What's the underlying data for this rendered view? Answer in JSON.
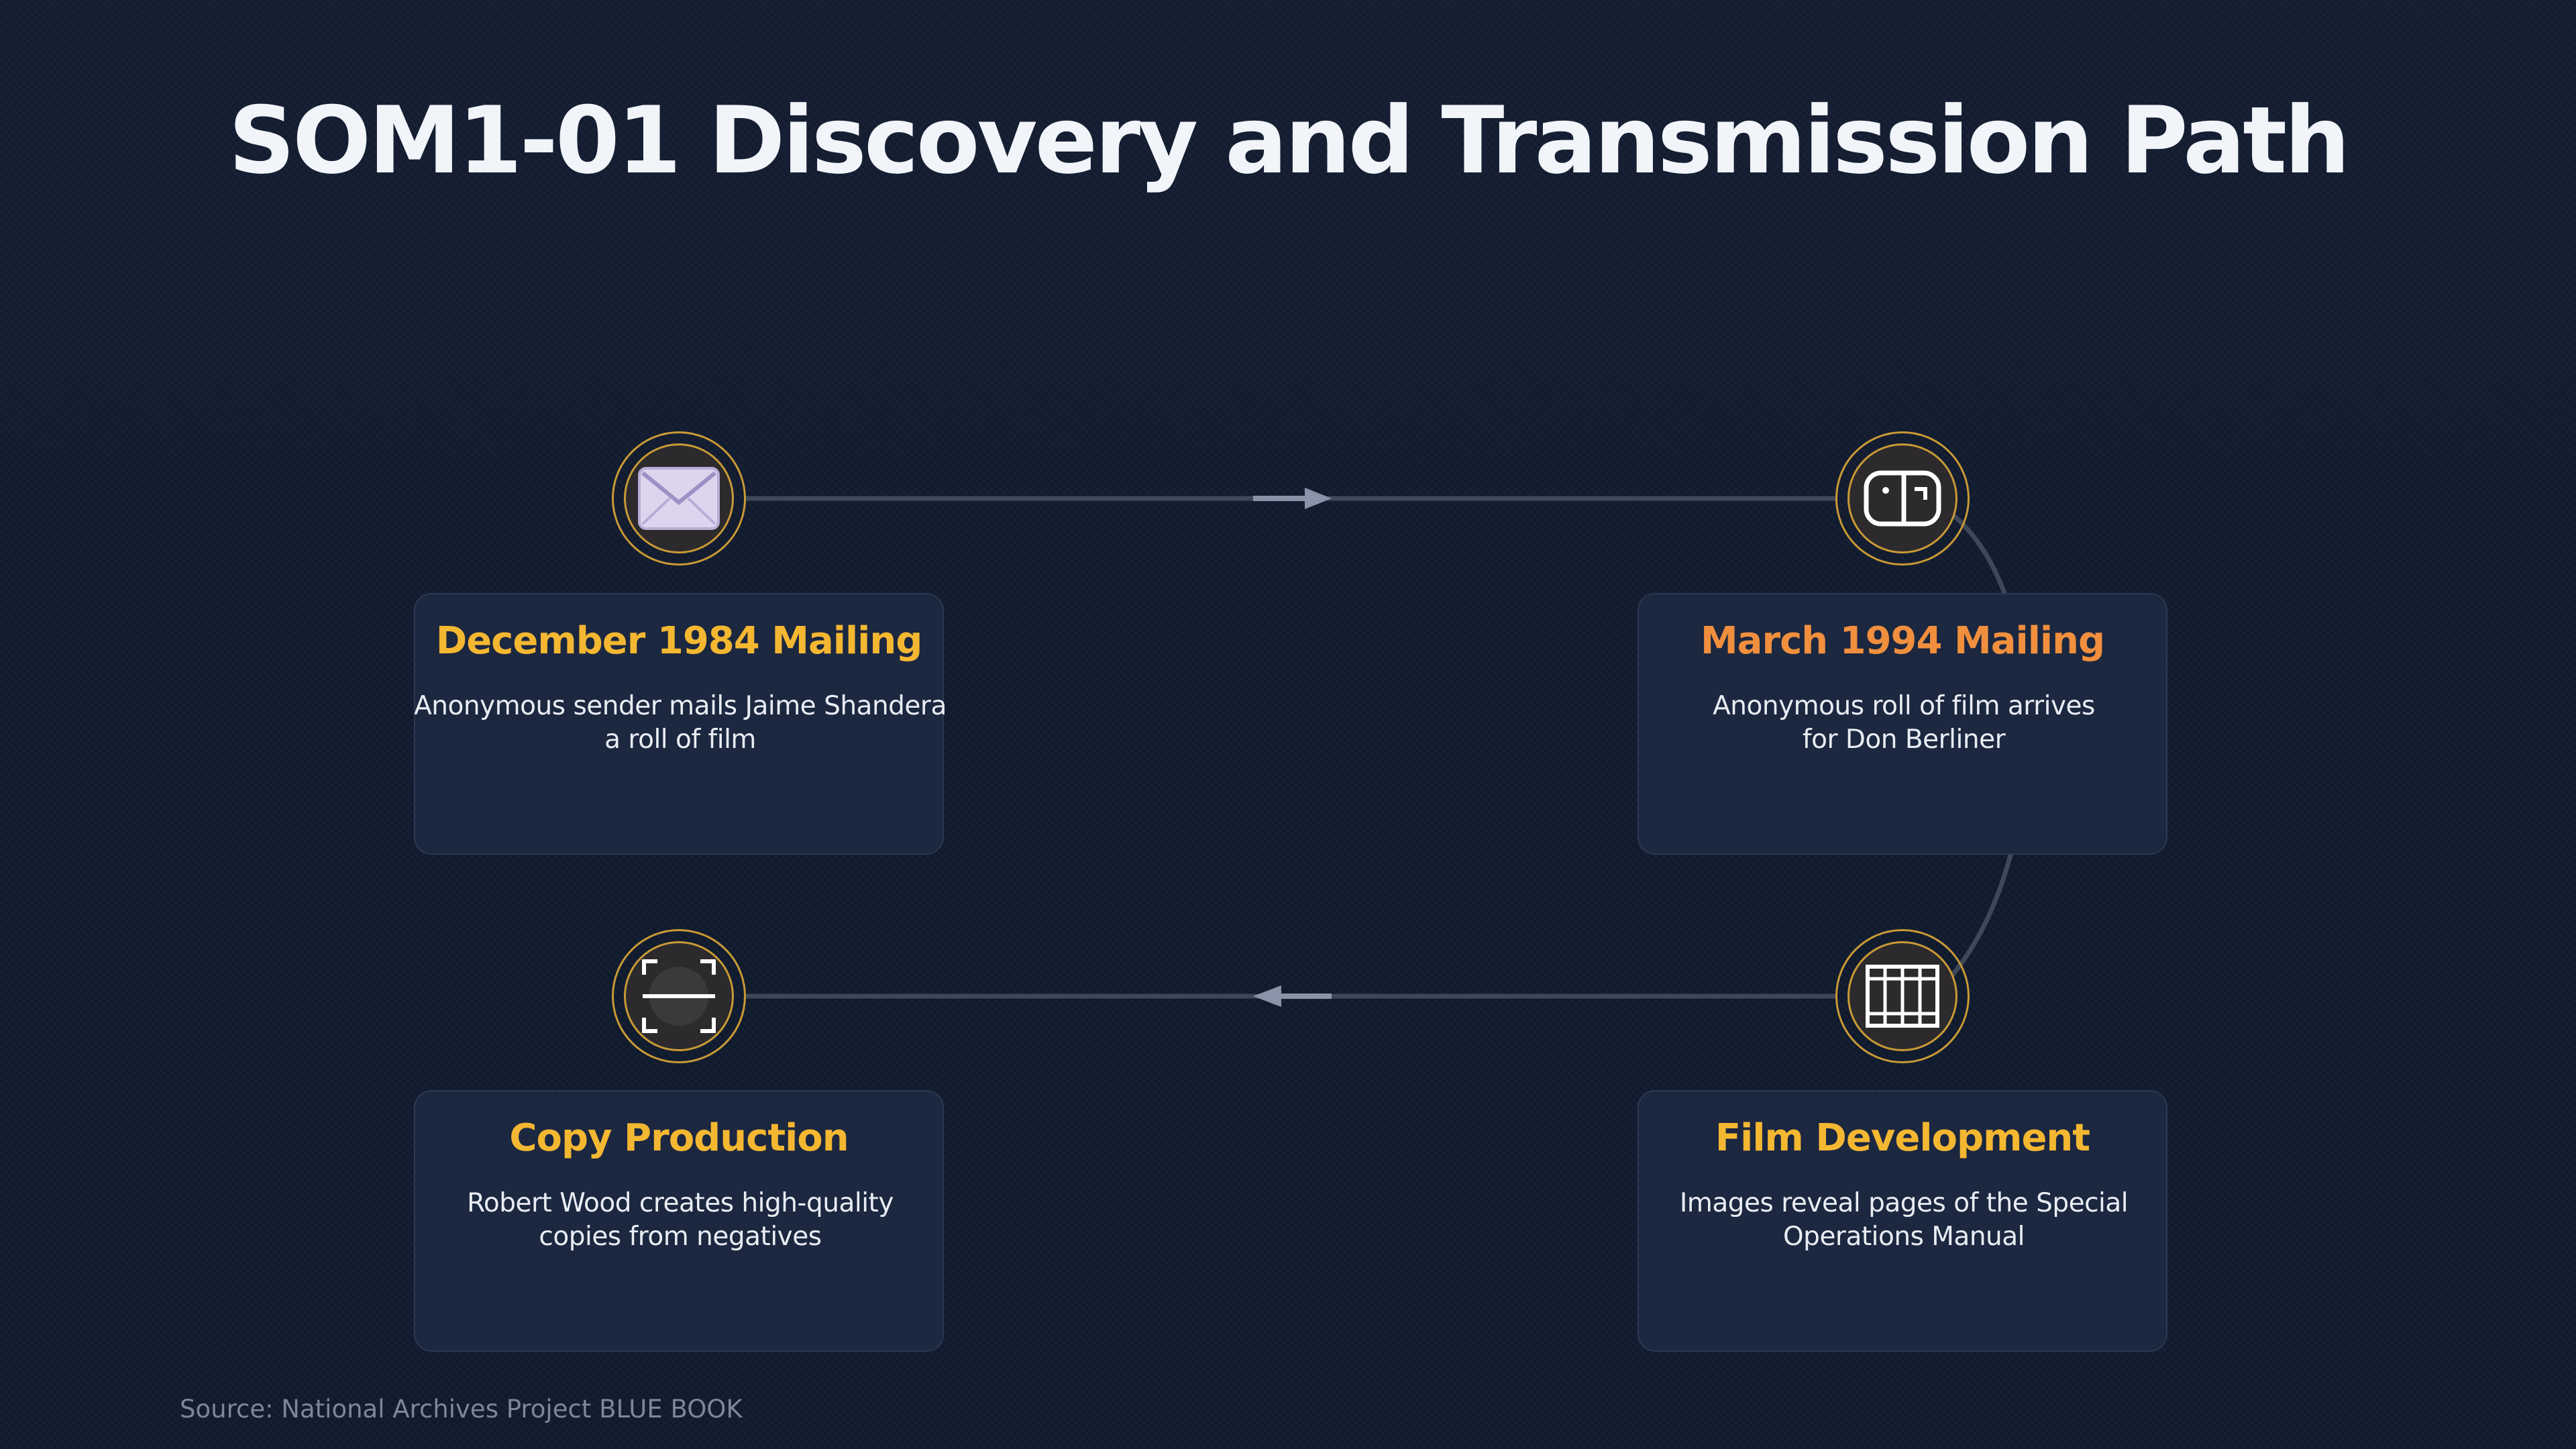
{
  "title": "SOM1-01 Discovery and Transmission Path",
  "steps": [
    {
      "title": "December 1984 Mailing",
      "description": "Anonymous sender mails Jaime Shandera\na roll of film",
      "icon": "envelope-icon",
      "accent": "#f4b731"
    },
    {
      "title": "March 1994 Mailing",
      "description": "Anonymous roll of film arrives\nfor Don Berliner",
      "icon": "film-canister-icon",
      "accent": "#f08f3d"
    },
    {
      "title": "Film Development",
      "description": "Images reveal pages of the Special\nOperations Manual",
      "icon": "film-strip-icon",
      "accent": "#f4b731"
    },
    {
      "title": "Copy Production",
      "description": "Robert Wood creates high-quality\ncopies from negatives",
      "icon": "scanner-icon",
      "accent": "#f4b731"
    }
  ],
  "source": "Source: National Archives Project BLUE BOOK",
  "colors": {
    "background": "#111a2e",
    "card": "#1c2740",
    "node_ring": "#c99a35",
    "connector": "#3f4859",
    "arrow": "#8994a8",
    "text": "#e9edf3"
  }
}
